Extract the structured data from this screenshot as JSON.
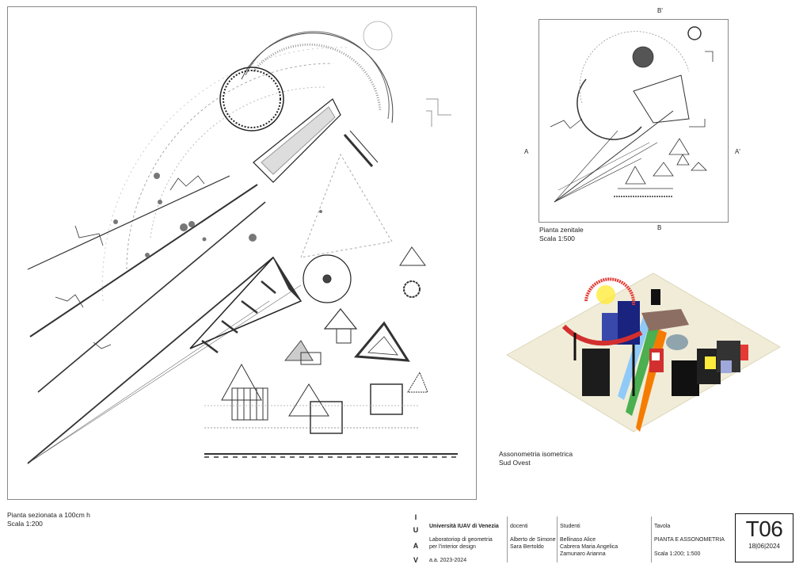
{
  "sheet": {
    "code": "T06",
    "date": "18|06|2024"
  },
  "captions": {
    "plan": {
      "title": "Pianta sezionata a 100cm h",
      "scale": "Scala 1:200"
    },
    "zenith": {
      "title": "Pianta zenitale",
      "scale": "Scala 1:500"
    },
    "axo": {
      "title": "Assonometria isometrica",
      "subtitle": "Sud Ovest"
    }
  },
  "section_marks": {
    "a": "A",
    "a_prime": "A'",
    "b": "B",
    "b_prime": "B'"
  },
  "title_block": {
    "logo_letters": [
      "I",
      "U",
      "A",
      "V"
    ],
    "university": "Università IUAV di Venezia",
    "course_line1": "Laboratoriop di geometria",
    "course_line2": "per l'interior design",
    "year": "a.a. 2023-2024",
    "teachers_label": "docenti",
    "teachers": [
      "Alberto de Simone",
      "Sara Bertoldo"
    ],
    "students_label": "Studenti",
    "students": [
      "Bellinaso Alice",
      "Cabrera Maria Angelica",
      "Zamunaro Arianna"
    ],
    "table_label": "Tavola",
    "table_title": "PIANTA E ASSONOMETRIA",
    "table_scale": "Scala 1:200; 1:500"
  }
}
